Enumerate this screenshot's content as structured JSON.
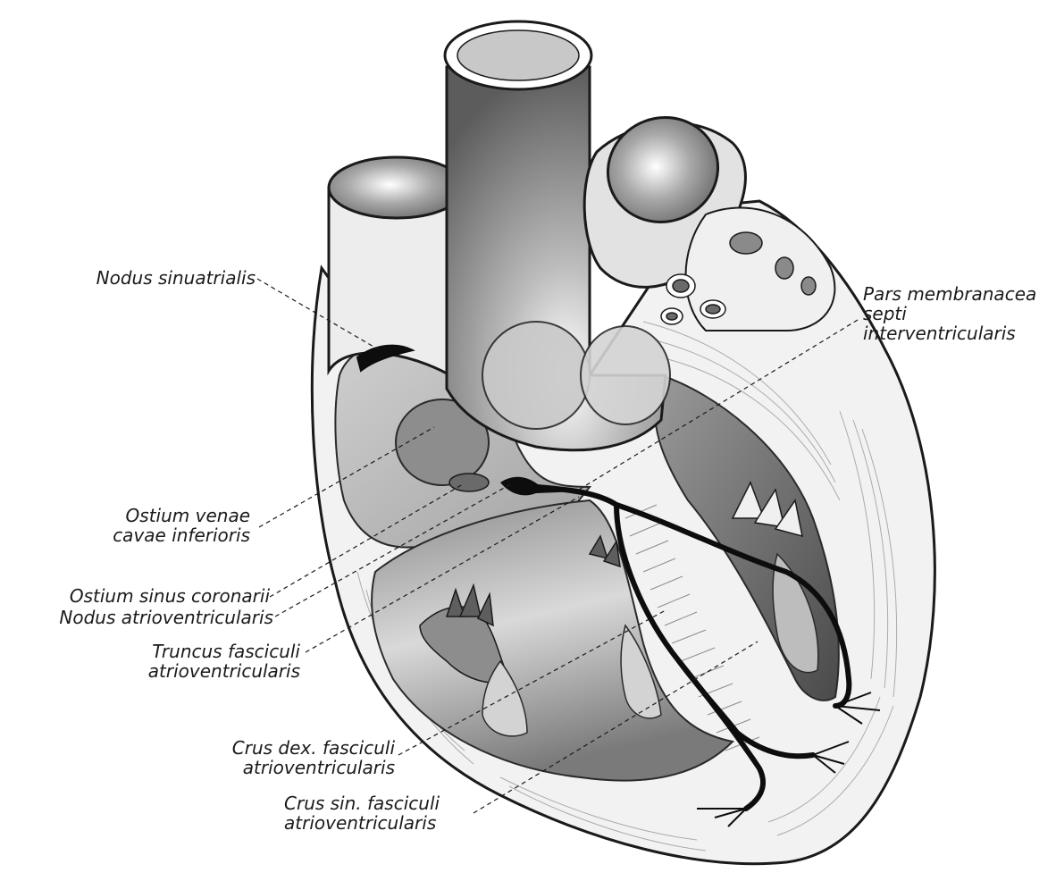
{
  "diagram": {
    "labels": {
      "nodus_sinuatrialis": "Nodus sinuatrialis",
      "pars_membranacea": [
        "Pars membranacea",
        "septi",
        "interventricularis"
      ],
      "ostium_venae_cavae_inferioris": [
        "Ostium venae",
        "cavae inferioris"
      ],
      "ostium_sinus_coronarii": "Ostium sinus coronarii",
      "nodus_atrioventricularis": "Nodus atrioventricularis",
      "truncus_fasciculi": [
        "Truncus fasciculi",
        "atrioventricularis"
      ],
      "crus_dex": [
        "Crus dex. fasciculi",
        "atrioventricularis"
      ],
      "crus_sin": [
        "Crus sin. fasciculi",
        "atrioventricularis"
      ]
    }
  },
  "colors": {
    "outline": "#1a1a1a",
    "wall_light": "#f2f2f2",
    "chamber_mid": "#b5b5b5",
    "chamber_dark": "#6e6e6e",
    "conduction": "#0d0d0d"
  }
}
